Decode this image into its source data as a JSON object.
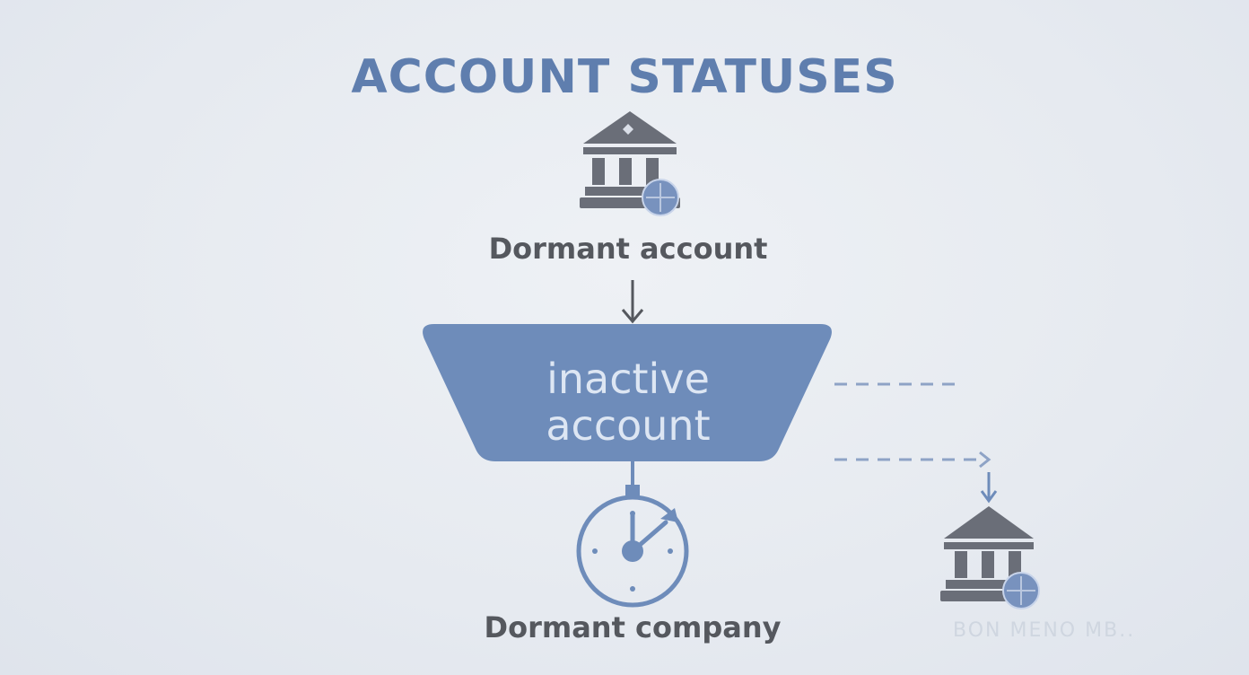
{
  "title": "ACCOUNT STATUSES",
  "nodes": {
    "top": {
      "label": "Dormant account",
      "icon": "bank-icon"
    },
    "middle": {
      "line1": "inactive",
      "line2": "account",
      "shape": "funnel"
    },
    "bottom": {
      "label": "Dormant company",
      "icon": "clock-icon"
    },
    "right": {
      "icon": "bank-icon"
    }
  },
  "watermark": "BON  MENO MB..",
  "colors": {
    "accent": "#6e8cba",
    "title": "#5f7eae",
    "icon": "#6a6e78",
    "text": "#55585e"
  }
}
